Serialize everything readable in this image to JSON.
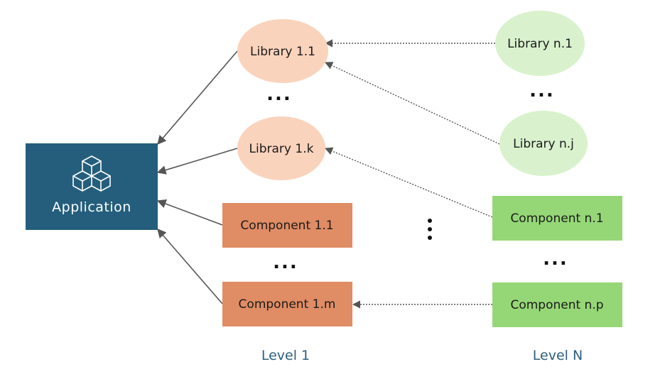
{
  "colors": {
    "application": "#245e7c",
    "library_level1": "#fad3bc",
    "component_level1": "#e08c64",
    "library_levelN": "#d9f2cd",
    "component_levelN": "#95d776",
    "arrow": "#555555",
    "level_label": "#2e5f80"
  },
  "application": {
    "label": "Application",
    "icon": "cubes-icon"
  },
  "level1": {
    "label": "Level 1",
    "libraries": [
      "Library 1.1",
      "Library 1.k"
    ],
    "components": [
      "Component 1.1",
      "Component 1.m"
    ]
  },
  "levelN": {
    "label": "Level N",
    "libraries": [
      "Library n.1",
      "Library n.j"
    ],
    "components": [
      "Component n.1",
      "Component n.p"
    ]
  },
  "ellipsis": "..."
}
